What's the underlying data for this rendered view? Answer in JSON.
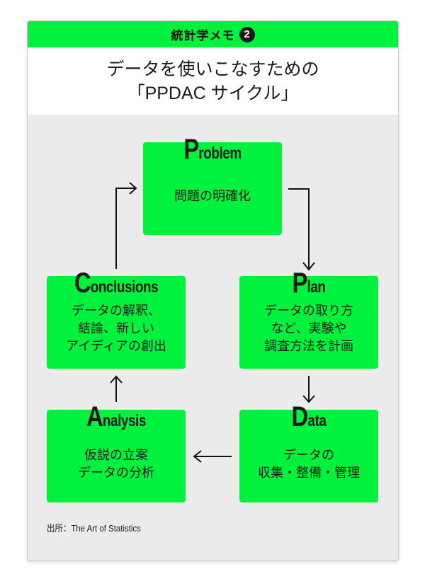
{
  "header": {
    "label": "統計学メモ",
    "badge": "2"
  },
  "title": {
    "line1": "データを使いこなすための",
    "line2": "「PPDAC サイクル」"
  },
  "steps": {
    "problem": {
      "initial": "P",
      "rest": "roblem",
      "desc": "問題の明確化"
    },
    "plan": {
      "initial": "P",
      "rest": "lan",
      "desc": "データの取り方\nなど、実験や\n調査方法を計画"
    },
    "data": {
      "initial": "D",
      "rest": "ata",
      "desc": "データの\n収集・整備・管理"
    },
    "analysis": {
      "initial": "A",
      "rest": "nalysis",
      "desc": "仮説の立案\nデータの分析"
    },
    "conclusions": {
      "initial": "C",
      "rest": "onclusions",
      "desc": "データの解釈、\n結論、新しい\nアイディアの創出"
    }
  },
  "flow": [
    "problem",
    "plan",
    "data",
    "analysis",
    "conclusions",
    "problem"
  ],
  "source": "出所：The Art of Statistics",
  "colors": {
    "accent_green": "#00f23d",
    "body_grey": "#ececec",
    "text": "#1a1a1a"
  }
}
